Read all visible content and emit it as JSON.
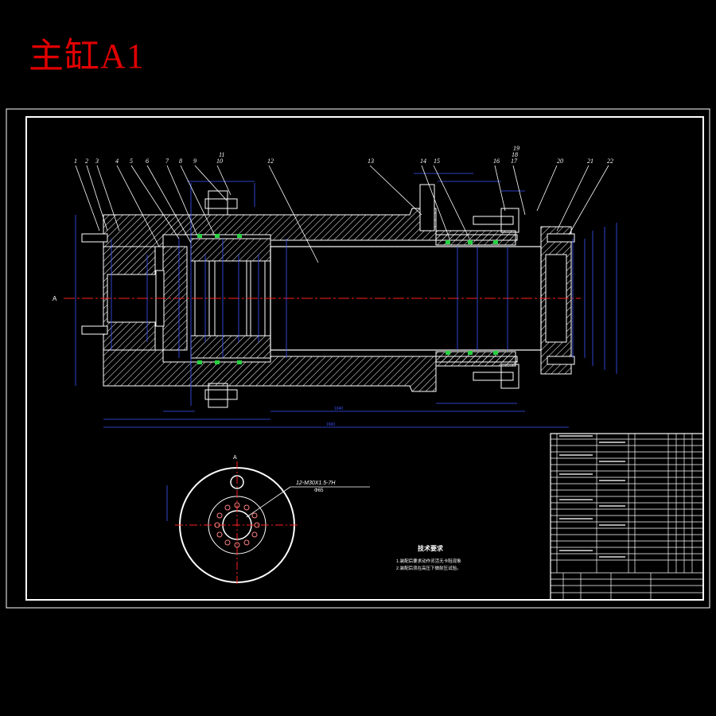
{
  "title": "主缸A1",
  "balloons": [
    "1",
    "2",
    "3",
    "4",
    "5",
    "6",
    "7",
    "8",
    "9",
    "10",
    "11",
    "12",
    "13",
    "14",
    "15",
    "16",
    "17",
    "18",
    "19",
    "20",
    "21",
    "22"
  ],
  "thread_note": "12-M30X1.5-7H",
  "thread_sub": "Φ65",
  "section_mark": "A",
  "tech_title": "技术要求",
  "tech_lines": [
    "1.装配后要求动作灵活无卡阻现象",
    "2.装配后须在高压下做耐压试验。"
  ],
  "dim_overall": "1660",
  "dim_inner": "1040",
  "colors": {
    "frame": "#ffffff",
    "dim": "#3a55ff",
    "leader": "#ffffff",
    "center": "#ff2020",
    "seal": "#28d040",
    "title": "#e00000",
    "yellow": "#ffff40"
  }
}
